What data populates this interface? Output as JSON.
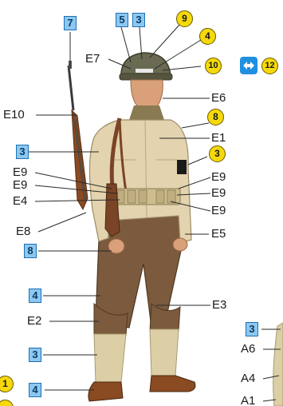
{
  "labels": {
    "e7": "E7",
    "e10": "E10",
    "e6": "E6",
    "e1": "E1",
    "e9a": "E9",
    "e9b": "E9",
    "e9c": "E9",
    "e9d": "E9",
    "e9e": "E9",
    "e4": "E4",
    "e8": "E8",
    "e5": "E5",
    "e2": "E2",
    "e3": "E3",
    "a6": "A6",
    "a4": "A4",
    "a1": "A1"
  },
  "boxes": {
    "b7": "7",
    "b5": "5",
    "b3top": "3",
    "b3side": "3",
    "b8": "8",
    "b4a": "4",
    "b3low": "3",
    "b4b": "4",
    "b3right": "3"
  },
  "circles": {
    "c9": "9",
    "c4": "4",
    "c10": "10",
    "c12": "12",
    "c8": "8",
    "c3": "3",
    "c1": "1"
  },
  "colors": {
    "label_box_fill": "#8cc8f0",
    "label_box_border": "#1e6fb5",
    "callout_circle_fill": "#f5d90a",
    "swap_icon": "#1f8fe0",
    "jacket": "#e3d3ae",
    "trousers": "#7b5a3e",
    "helmet": "#6a6a52",
    "leather": "#7a4426",
    "boots": "#8a4a22",
    "gaiters": "#ddcfa5"
  }
}
